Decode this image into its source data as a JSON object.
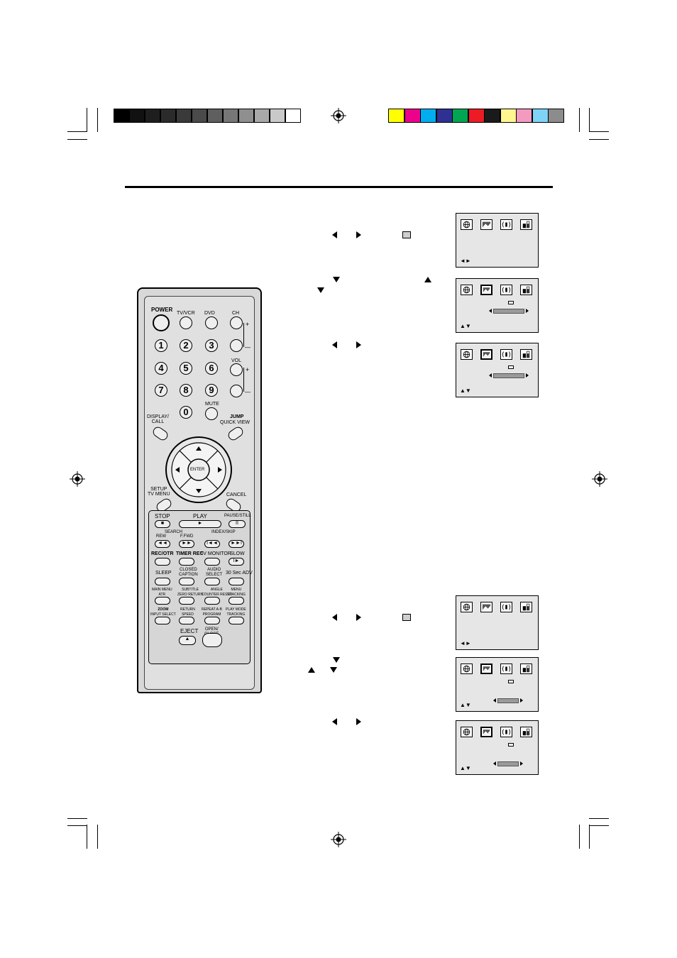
{
  "printer_marks": {
    "gray_bars": [
      "#000000",
      "#111111",
      "#1e1e1e",
      "#2b2b2b",
      "#3a3a3a",
      "#4a4a4a",
      "#5f5f5f",
      "#777777",
      "#8f8f8f",
      "#a9a9a9",
      "#c9c9c9",
      "#ffffff"
    ],
    "color_bars": [
      "#ffff00",
      "#ec008c",
      "#00aeef",
      "#2e3192",
      "#00a651",
      "#ed1c24",
      "#1a1a1a",
      "#fff68f",
      "#f49ac1",
      "#7fd3f7",
      "#8c8c8c"
    ]
  },
  "remote": {
    "top": {
      "power": "POWER",
      "tvvcr": "TV/VCR",
      "dvd": "DVD",
      "ch": "CH",
      "vol": "VOL",
      "mute": "MUTE",
      "plus": "+",
      "minus": "—"
    },
    "digits": [
      "1",
      "2",
      "3",
      "4",
      "5",
      "6",
      "7",
      "8",
      "9",
      "0"
    ],
    "display_call": "DISPLAY/\nCALL",
    "jump": "JUMP",
    "quick_view": "QUICK VIEW",
    "enter": "ENTER",
    "setup": "SETUP",
    "tv_menu": "TV MENU",
    "cancel": "CANCEL",
    "stop": "STOP",
    "play": "PLAY",
    "pause_still": "PAUSE/STILL",
    "search": "SEARCH",
    "rew": "REW",
    "ffwd": "F.FWD",
    "index_skip": "INDEX/SKIP",
    "rec_otr": "REC/OTR",
    "timer_rec": "TIMER REC",
    "tv_monitor": "TV MONITOR",
    "slow": "SLOW",
    "sleep": "SLEEP",
    "closed_caption": "CLOSED CAPTION",
    "audio_select": "AUDIO SELECT",
    "sec_adv": "30 Sec ADV",
    "main_menu_atr": "MAIN MENU ATR",
    "subtitle": "SUBTITLE ZERO RETURN",
    "angle": "ANGLE COUNTER RESET",
    "menu_tracking": "MENU TRACKING",
    "zoom": "ZOOM",
    "input_select": "INPUT SELECT",
    "return_speed": "RETURN SPEED",
    "repeat_program": "REPEAT A-B PROGRAM",
    "play_mode": "PLAY MODE TRACKING",
    "eject": "EJECT",
    "open_close": "OPEN/ CLOSE"
  },
  "screens": {
    "nav_lr": "◄►",
    "nav_ud": "▲▼"
  }
}
